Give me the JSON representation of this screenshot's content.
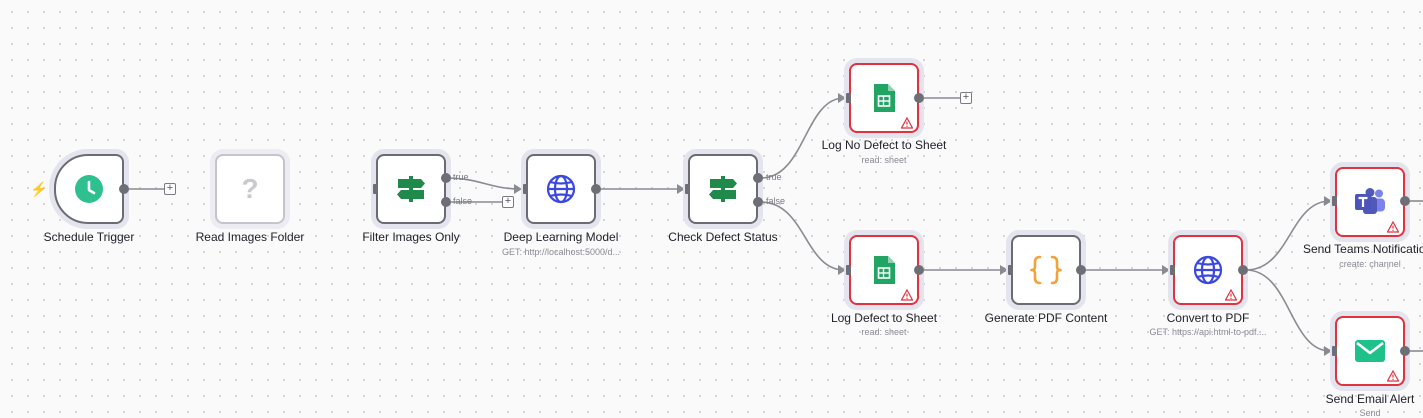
{
  "nodes": {
    "schedule_trigger": {
      "label": "Schedule Trigger",
      "icon": "clock-icon"
    },
    "read_images_folder": {
      "label": "Read Images Folder",
      "icon": "question-icon"
    },
    "filter_images_only": {
      "label": "Filter Images Only",
      "icon": "signpost-icon"
    },
    "deep_learning_model": {
      "label": "Deep Learning Model",
      "subtitle": "GET: http://localhost:5000/d...",
      "icon": "globe-icon"
    },
    "check_defect_status": {
      "label": "Check Defect Status",
      "icon": "signpost-icon"
    },
    "log_no_defect": {
      "label": "Log No Defect to Sheet",
      "subtitle": "read: sheet",
      "icon": "google-sheets-icon"
    },
    "log_defect": {
      "label": "Log Defect to Sheet",
      "subtitle": "read: sheet",
      "icon": "google-sheets-icon"
    },
    "generate_pdf": {
      "label": "Generate PDF Content",
      "icon": "braces-icon"
    },
    "convert_pdf": {
      "label": "Convert to PDF",
      "subtitle": "GET: https://api.html-to-pdf....",
      "icon": "globe-icon"
    },
    "send_teams": {
      "label": "Send Teams Notificatio",
      "subtitle": "create: channel",
      "icon": "teams-icon"
    },
    "send_email": {
      "label": "Send Email Alert",
      "subtitle": "Send",
      "icon": "mail-icon"
    }
  },
  "branches": {
    "filter_true": "true",
    "filter_false": "false",
    "check_true": "true",
    "check_false": "false"
  },
  "add_symbol": "+",
  "unknown_symbol": "?",
  "colors": {
    "error_border": "#e0323f",
    "node_border": "#6b6b73",
    "clock_green": "#2ec08e",
    "switch_green": "#1f8a4c",
    "globe_blue": "#3a48e0",
    "sheets_green": "#21a464",
    "braces_orange": "#f2a23a",
    "teams_purple": "#5058b8",
    "mail_green": "#1fc18b",
    "trigger_bolt": "#ef6b6b"
  }
}
